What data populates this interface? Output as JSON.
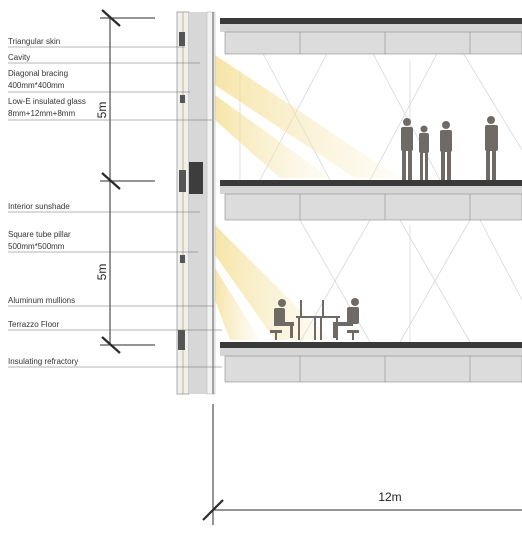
{
  "diagram": {
    "labels": [
      {
        "id": "triangular-skin",
        "lines": [
          "Triangular skin"
        ]
      },
      {
        "id": "cavity",
        "lines": [
          "Cavity"
        ]
      },
      {
        "id": "diagonal-bracing",
        "lines": [
          "Diagonal bracing",
          "400mm*400mm"
        ]
      },
      {
        "id": "low-e-glass",
        "lines": [
          "Low-E insulated glass",
          "8mm+12mm+8mm"
        ]
      },
      {
        "id": "interior-sunshade",
        "lines": [
          "Interior sunshade"
        ]
      },
      {
        "id": "square-tube-pillar",
        "lines": [
          "Square tube pillar",
          "500mm*500mm"
        ]
      },
      {
        "id": "aluminum-mullions",
        "lines": [
          "Aluminum mullions"
        ]
      },
      {
        "id": "terrazzo-floor",
        "lines": [
          "Terrazzo Floor"
        ]
      },
      {
        "id": "insulating-refractory",
        "lines": [
          "Insulating refractory"
        ]
      }
    ],
    "dimensions": {
      "upper_height": "5m",
      "lower_height": "5m",
      "width": "12m"
    },
    "colors": {
      "slab": "#c9c9c9",
      "slab_dark": "#3a3a3a",
      "light_beam": "#f6e7b0",
      "figure": "#6f6a66",
      "line": "#2b2b2b"
    }
  }
}
